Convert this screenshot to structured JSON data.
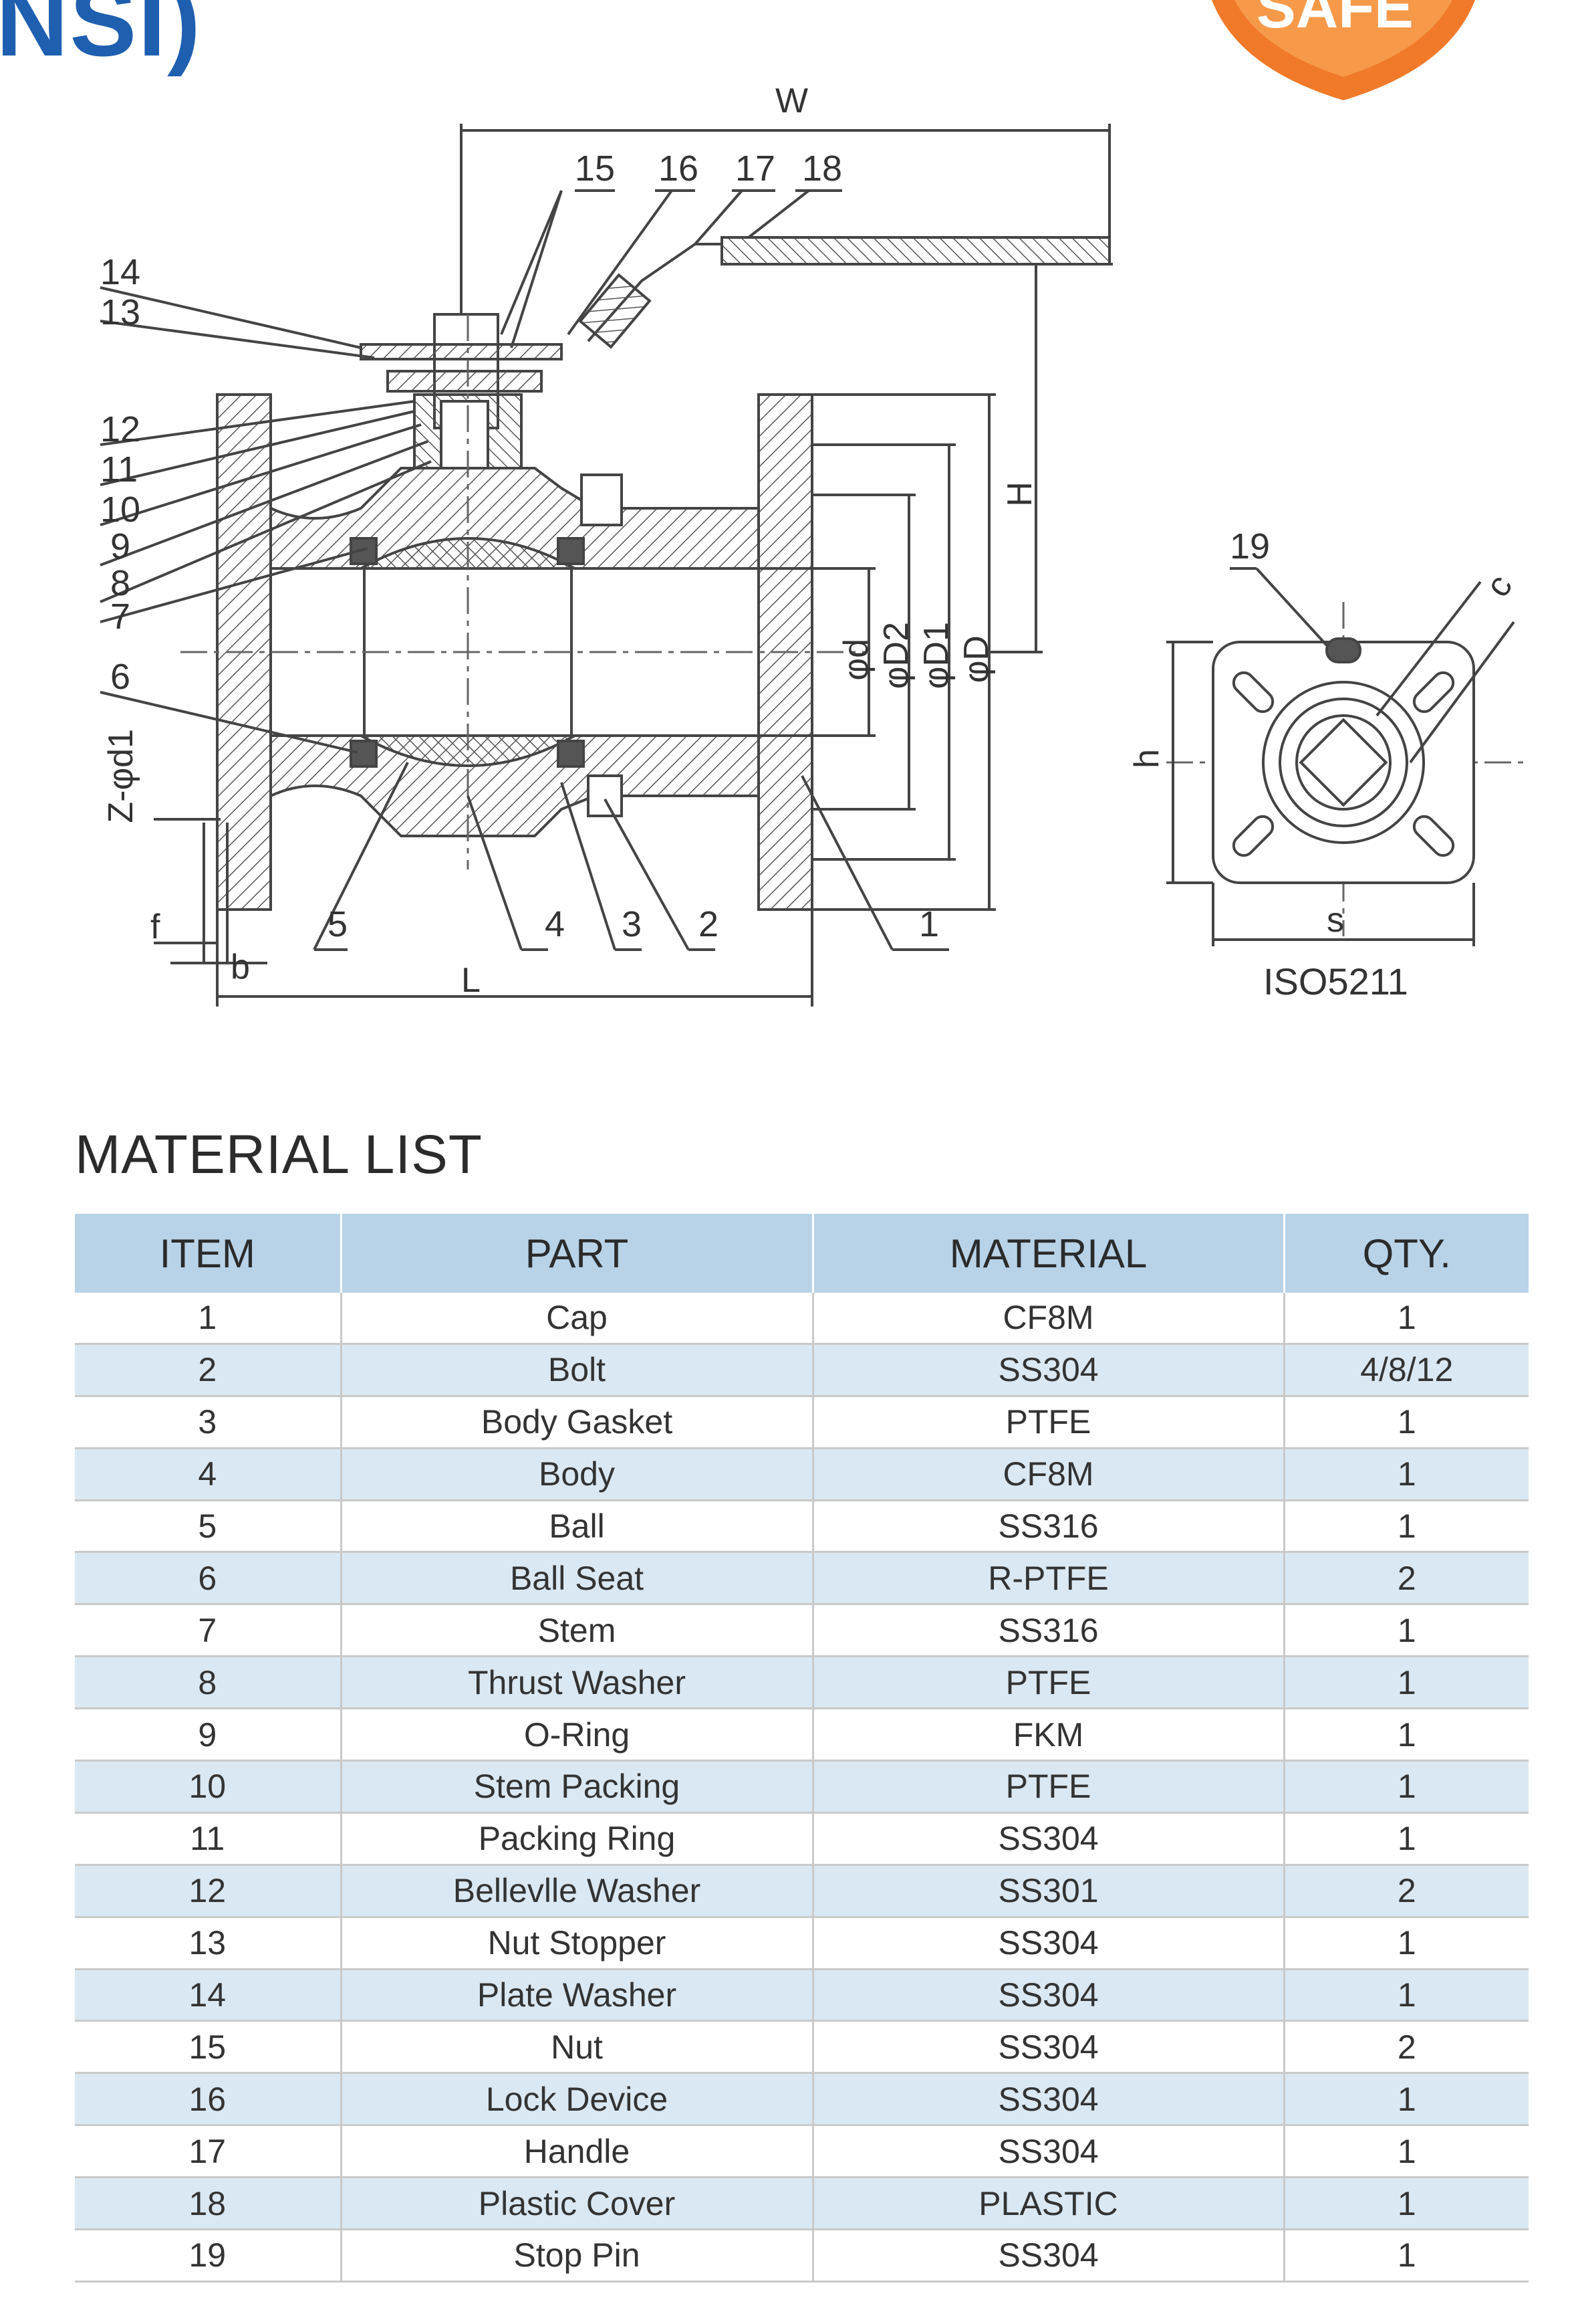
{
  "header": {
    "title_fragment": "NSI)",
    "badge_text": "SAFE"
  },
  "drawing": {
    "dimensions": {
      "W": "W",
      "H": "H",
      "L": "L",
      "f": "f",
      "b": "b",
      "Z_d1": "Z-φd1",
      "d": "φd",
      "D2": "φD2",
      "D1": "φD1",
      "D": "φD",
      "h": "h",
      "s": "s",
      "c": "c"
    },
    "callouts": [
      "1",
      "2",
      "3",
      "4",
      "5",
      "6",
      "7",
      "8",
      "9",
      "10",
      "11",
      "12",
      "13",
      "14",
      "15",
      "16",
      "17",
      "18",
      "19"
    ],
    "standard_label": "ISO5211"
  },
  "material_list": {
    "title": "MATERIAL LIST",
    "columns": [
      "ITEM",
      "PART",
      "MATERIAL",
      "QTY."
    ],
    "rows": [
      [
        "1",
        "Cap",
        "CF8M",
        "1"
      ],
      [
        "2",
        "Bolt",
        "SS304",
        "4/8/12"
      ],
      [
        "3",
        "Body Gasket",
        "PTFE",
        "1"
      ],
      [
        "4",
        "Body",
        "CF8M",
        "1"
      ],
      [
        "5",
        "Ball",
        "SS316",
        "1"
      ],
      [
        "6",
        "Ball Seat",
        "R-PTFE",
        "2"
      ],
      [
        "7",
        "Stem",
        "SS316",
        "1"
      ],
      [
        "8",
        "Thrust Washer",
        "PTFE",
        "1"
      ],
      [
        "9",
        "O-Ring",
        "FKM",
        "1"
      ],
      [
        "10",
        "Stem Packing",
        "PTFE",
        "1"
      ],
      [
        "11",
        "Packing Ring",
        "SS304",
        "1"
      ],
      [
        "12",
        "Bellevlle Washer",
        "SS301",
        "2"
      ],
      [
        "13",
        "Nut Stopper",
        "SS304",
        "1"
      ],
      [
        "14",
        "Plate Washer",
        "SS304",
        "1"
      ],
      [
        "15",
        "Nut",
        "SS304",
        "2"
      ],
      [
        "16",
        "Lock Device",
        "SS304",
        "1"
      ],
      [
        "17",
        "Handle",
        "SS304",
        "1"
      ],
      [
        "18",
        "Plastic Cover",
        "PLASTIC",
        "1"
      ],
      [
        "19",
        "Stop Pin",
        "SS304",
        "1"
      ]
    ]
  },
  "colors": {
    "header_blue": "#1f5fb0",
    "badge_orange": "#f07a2a",
    "table_header": "#b8d3e8",
    "table_alt_row": "#dae8f3"
  }
}
